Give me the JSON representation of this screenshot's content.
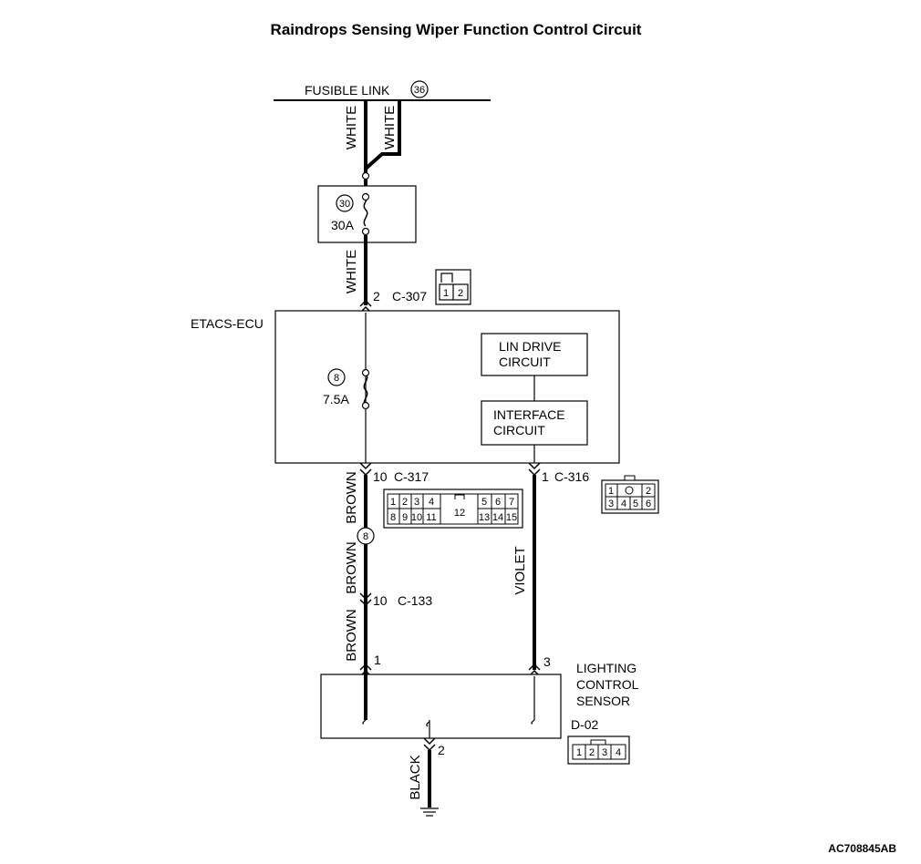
{
  "title": "Raindrops Sensing Wiper Function Control Circuit",
  "fusible_link": {
    "label": "FUSIBLE LINK",
    "number": "36"
  },
  "fuse_30": {
    "number": "30",
    "rating": "30A"
  },
  "fuse_8": {
    "number": "8",
    "rating": "7.5A"
  },
  "etacs": {
    "label": "ETACS-ECU",
    "lin_drive": [
      "LIN DRIVE",
      "CIRCUIT"
    ],
    "interface": [
      "INTERFACE",
      "CIRCUIT"
    ]
  },
  "connectors": {
    "c307": {
      "pin": "2",
      "name": "C-307",
      "pins": [
        "1",
        "2"
      ]
    },
    "c317": {
      "pin": "10",
      "name": "C-317",
      "row1_left": [
        "1",
        "2",
        "3",
        "4"
      ],
      "row1_right": [
        "5",
        "6",
        "7"
      ],
      "row2_left": [
        "8",
        "9",
        "10",
        "11"
      ],
      "row2_right": [
        "13",
        "14",
        "15"
      ],
      "center": "12"
    },
    "c316": {
      "pin": "1",
      "name": "C-316",
      "row1": [
        "1",
        "2"
      ],
      "row2": [
        "3",
        "4",
        "5",
        "6"
      ]
    },
    "c133": {
      "pin": "10",
      "name": "C-133"
    },
    "d02": {
      "name": "D-02",
      "pins": [
        "1",
        "2",
        "3",
        "4"
      ]
    }
  },
  "junction": "8",
  "wires": {
    "white_left": "WHITE",
    "white_right": "WHITE",
    "white_lower": "WHITE",
    "brown_1": "BROWN",
    "brown_2": "BROWN",
    "brown_3": "BROWN",
    "violet": "VIOLET",
    "black": "BLACK"
  },
  "sensor": {
    "label": [
      "LIGHTING",
      "CONTROL",
      "SENSOR"
    ],
    "pin_left": "1",
    "pin_right": "3",
    "pin_ground": "2"
  },
  "figure_code": "AC708845AB"
}
